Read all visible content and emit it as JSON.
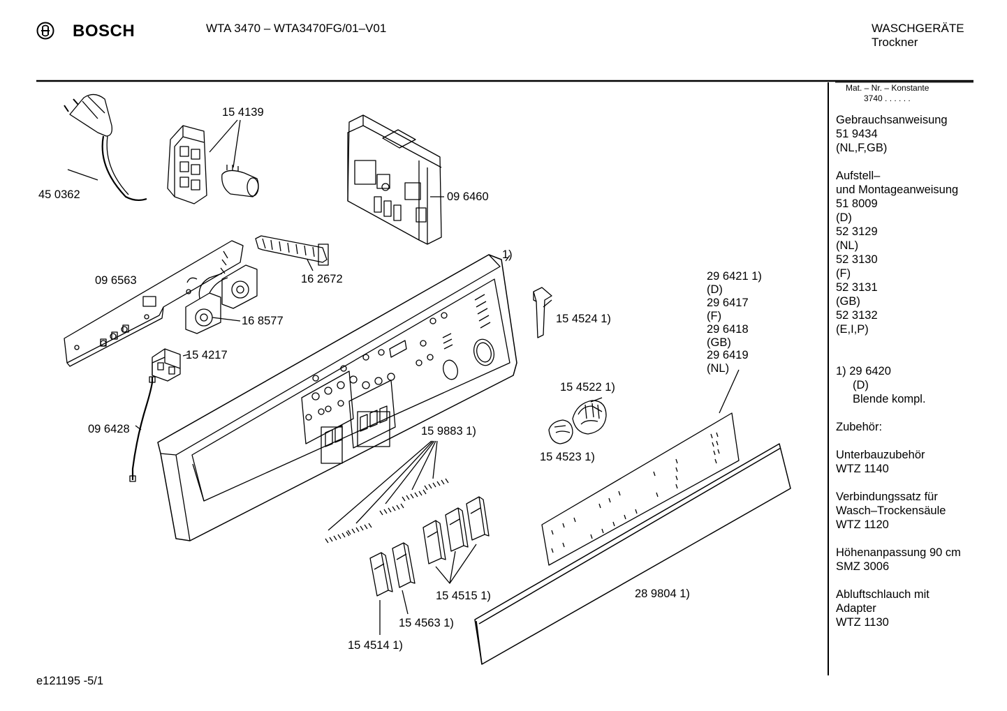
{
  "header": {
    "brand": "BOSCH",
    "model": "WTA 3470 – WTA3470FG/01–V01",
    "category": "WASCHGERÄTE",
    "subcategory": "Trockner"
  },
  "footer": {
    "drawing_id": "e121195 -5/1"
  },
  "side_panel": {
    "mat_nr_label": "Mat. – Nr. – Konstante",
    "mat_nr_value": "3740 . . . . . .",
    "lines": [
      "Gebrauchsanweisung",
      "51 9434",
      "(NL,F,GB)",
      "",
      "Aufstell–",
      "und Montageanweisung",
      "51 8009",
      "(D)",
      "52 3129",
      "(NL)",
      "52 3130",
      "(F)",
      "52 3131",
      "(GB)",
      "52 3132",
      "(E,I,P)",
      "",
      "1) 29 6420",
      "    (D)",
      "    Blende kompl.",
      "",
      "Zubehör:",
      "",
      "Unterbauzubehör",
      "WTZ 1140",
      "",
      "Verbindungssatz für",
      "Wasch–Trockensäule",
      "WTZ 1120",
      "",
      "Höhenanpassung 90 cm",
      "SMZ 3006",
      "",
      "Abluftschlauch  mit",
      "Adapter",
      "WTZ 1130"
    ]
  },
  "parts": {
    "p450362": "45 0362",
    "p154139": "15 4139",
    "p096460": "09 6460",
    "p096563": "09 6563",
    "p162672": "16 2672",
    "p168577": "16 8577",
    "p154217": "15 4217",
    "p096428": "09 6428",
    "panel_ref": "1)",
    "p154524": "15 4524 1)",
    "p296421": "29 6421 1)",
    "p296421_var": "(D)",
    "p296417": "29 6417",
    "p296417_var": "(F)",
    "p296418": "29 6418",
    "p296418_var": "(GB)",
    "p296419": "29 6419",
    "p296419_var": "(NL)",
    "p154522": "15 4522 1)",
    "p154523": "15 4523 1)",
    "p159883": "15 9883 1)",
    "p154515": "15 4515 1)",
    "p154563": "15 4563 1)",
    "p154514": "15 4514 1)",
    "p289804": "28 9804 1)"
  }
}
